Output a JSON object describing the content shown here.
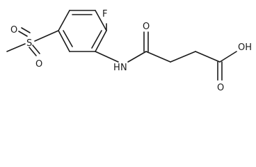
{
  "molecule": {
    "atoms": {
      "fluorine": "F",
      "amide_nitrogen": "N",
      "amide_hydrogen": "H",
      "amide_oxygen": "O",
      "acid_hydroxyl": "OH",
      "acid_carbonyl_oxygen": "O",
      "sulfur": "S",
      "sulfonyl_oxygen_top": "O",
      "sulfonyl_oxygen_bottom": "O"
    }
  },
  "colors": {
    "bond": "#1a1a1a",
    "text": "#1a1a1a",
    "background": "#ffffff"
  }
}
